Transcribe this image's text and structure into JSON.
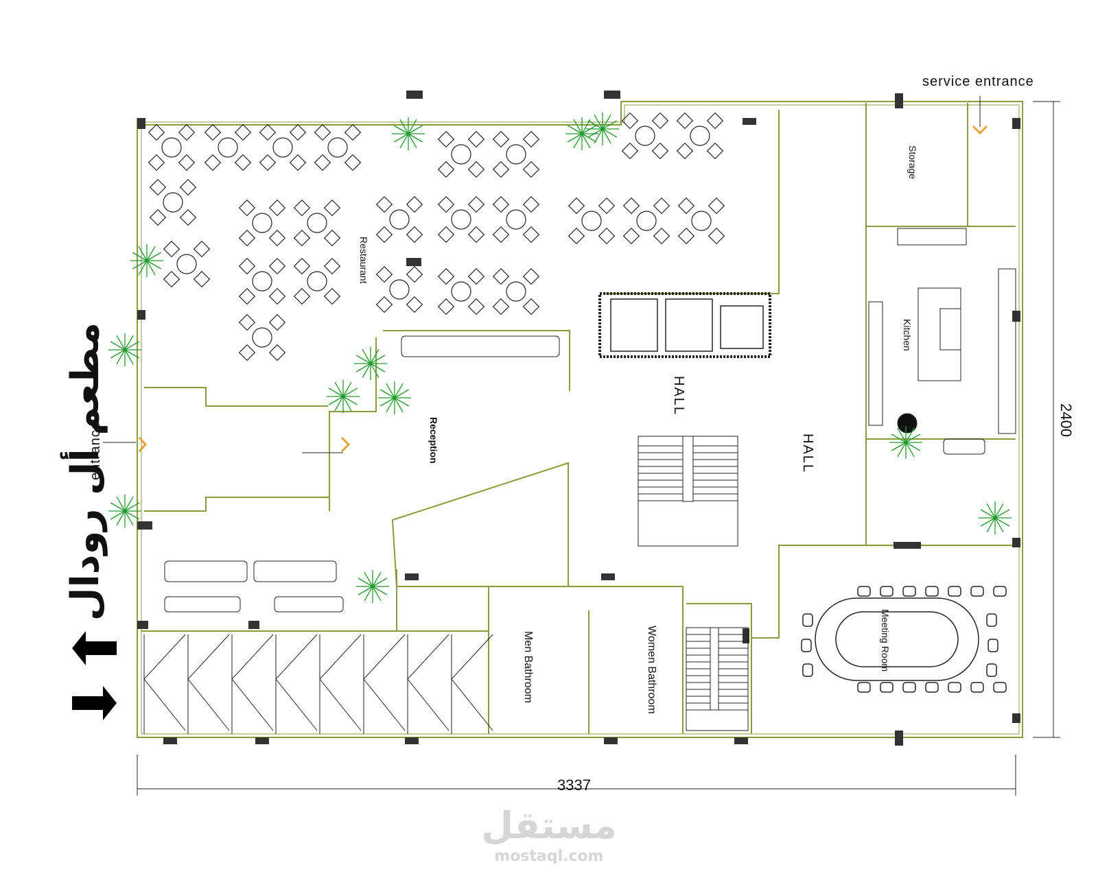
{
  "labels": {
    "service_entrance": "service entrance",
    "entrance": "entrance",
    "storage": "Storage",
    "kitchen": "Kitchen",
    "restaurant": "Restaurant",
    "reception": "Reception",
    "hall_1": "HALL",
    "hall_2": "HALL",
    "meeting_room": "Meeting Room",
    "men_bathroom": "Men Bathroom",
    "women_bathroom": "Women Bathroom"
  },
  "dimensions": {
    "width": "3337",
    "height": "2400"
  },
  "project_title": "مطعم أل رودال",
  "watermark": {
    "logo": "مستقل",
    "site": "mostaql.com"
  },
  "colors": {
    "wall": "#8c9a3c",
    "line": "#222222",
    "plant": "#1f9a2a",
    "accent": "#e8a23a"
  }
}
